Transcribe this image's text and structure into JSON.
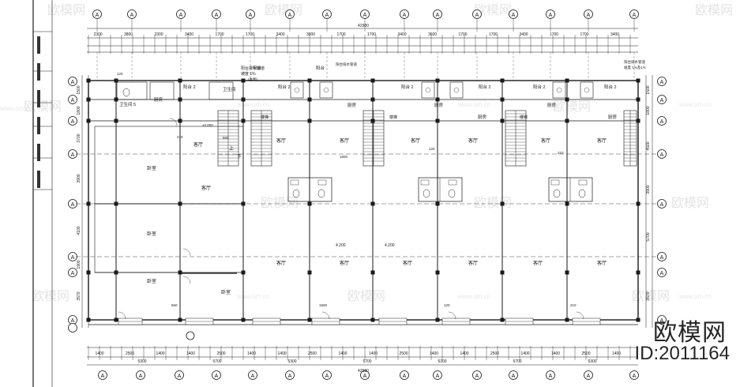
{
  "axis_bubble_label": "A",
  "dims": {
    "overall": "42980",
    "top_row": [
      "2300",
      "3800",
      "2300",
      "3400",
      "1700",
      "1700",
      "3400",
      "3800",
      "1700",
      "1700",
      "3400",
      "3600",
      "1700",
      "1700",
      "3400",
      "1700",
      "1700",
      "3400"
    ],
    "bottom_row": [
      "1400",
      "2500",
      "1400",
      "1400",
      "2500",
      "1400",
      "1400",
      "2500",
      "1400",
      "1400",
      "2500",
      "1400",
      "1400",
      "2500",
      "1400",
      "1400",
      "2500",
      "1400"
    ],
    "bottom_groups": [
      "5300",
      "5700",
      "5300",
      "5700",
      "5300",
      "5700",
      "5300"
    ],
    "left_side": [
      "1500",
      "1800",
      "3700",
      "3900",
      "4100",
      "1900",
      "3570"
    ],
    "right_side": [
      "1500",
      "1800",
      "4500",
      "3900",
      "5700",
      "3570"
    ],
    "small": [
      "120",
      "210",
      "660",
      "1500"
    ]
  },
  "rooms": {
    "bedroom": "卧室",
    "living": "客厅",
    "balcony": "阳台",
    "balcony_2": "阳台 2",
    "kitchen": "厨房",
    "bathroom_5": "卫生间 5",
    "bathroom_1": "卫生间",
    "stairs_up": "上",
    "stairs_down": "下",
    "stair": "楼梯"
  },
  "notes": {
    "balcony_drain": "阳台排水管道",
    "drain_spec": "坡度 1%",
    "floor_elev": "±0.000",
    "elev_4200": "4.200",
    "elev_4200_b": "4.200",
    "section_mark": "(本图)",
    "drain_right": "阳台排水管道",
    "slope_right": "坡度 1%及1%"
  },
  "watermark": {
    "brand": "欧模网",
    "id_text": "ID:2011164",
    "faint_text": "欧模网",
    "faint_url": "www.om.cn"
  }
}
